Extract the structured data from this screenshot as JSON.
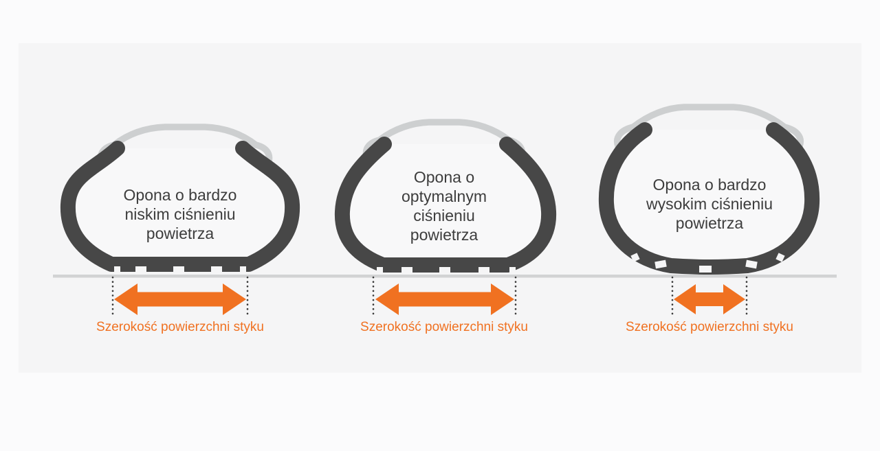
{
  "colors": {
    "accent": "#f07121",
    "tire": "#474747",
    "rim": "#cdcfd0",
    "ground": "#d2d3d4",
    "text": "#3d3d3d"
  },
  "tires": [
    {
      "name": "low-pressure",
      "caption": "Opona o bardzo niskim ciśnieniu powietrza",
      "caption_lines": [
        "Opona o bardzo",
        "niskim ciśnieniu",
        "powietrza"
      ],
      "arrow_label": "Szerokość powierzchni styku"
    },
    {
      "name": "optimal-pressure",
      "caption": "Opona o optymalnym ciśnieniu powietrza",
      "caption_lines": [
        "Opona o",
        "optymalnym",
        "ciśnieniu",
        "powietrza"
      ],
      "arrow_label": "Szerokość powierzchni styku"
    },
    {
      "name": "high-pressure",
      "caption": "Opona o bardzo wysokim ciśnieniu powietrza",
      "caption_lines": [
        "Opona o bardzo",
        "wysokim ciśnieniu",
        "powietrza"
      ],
      "arrow_label": "Szerokość powierzchni styku"
    }
  ]
}
